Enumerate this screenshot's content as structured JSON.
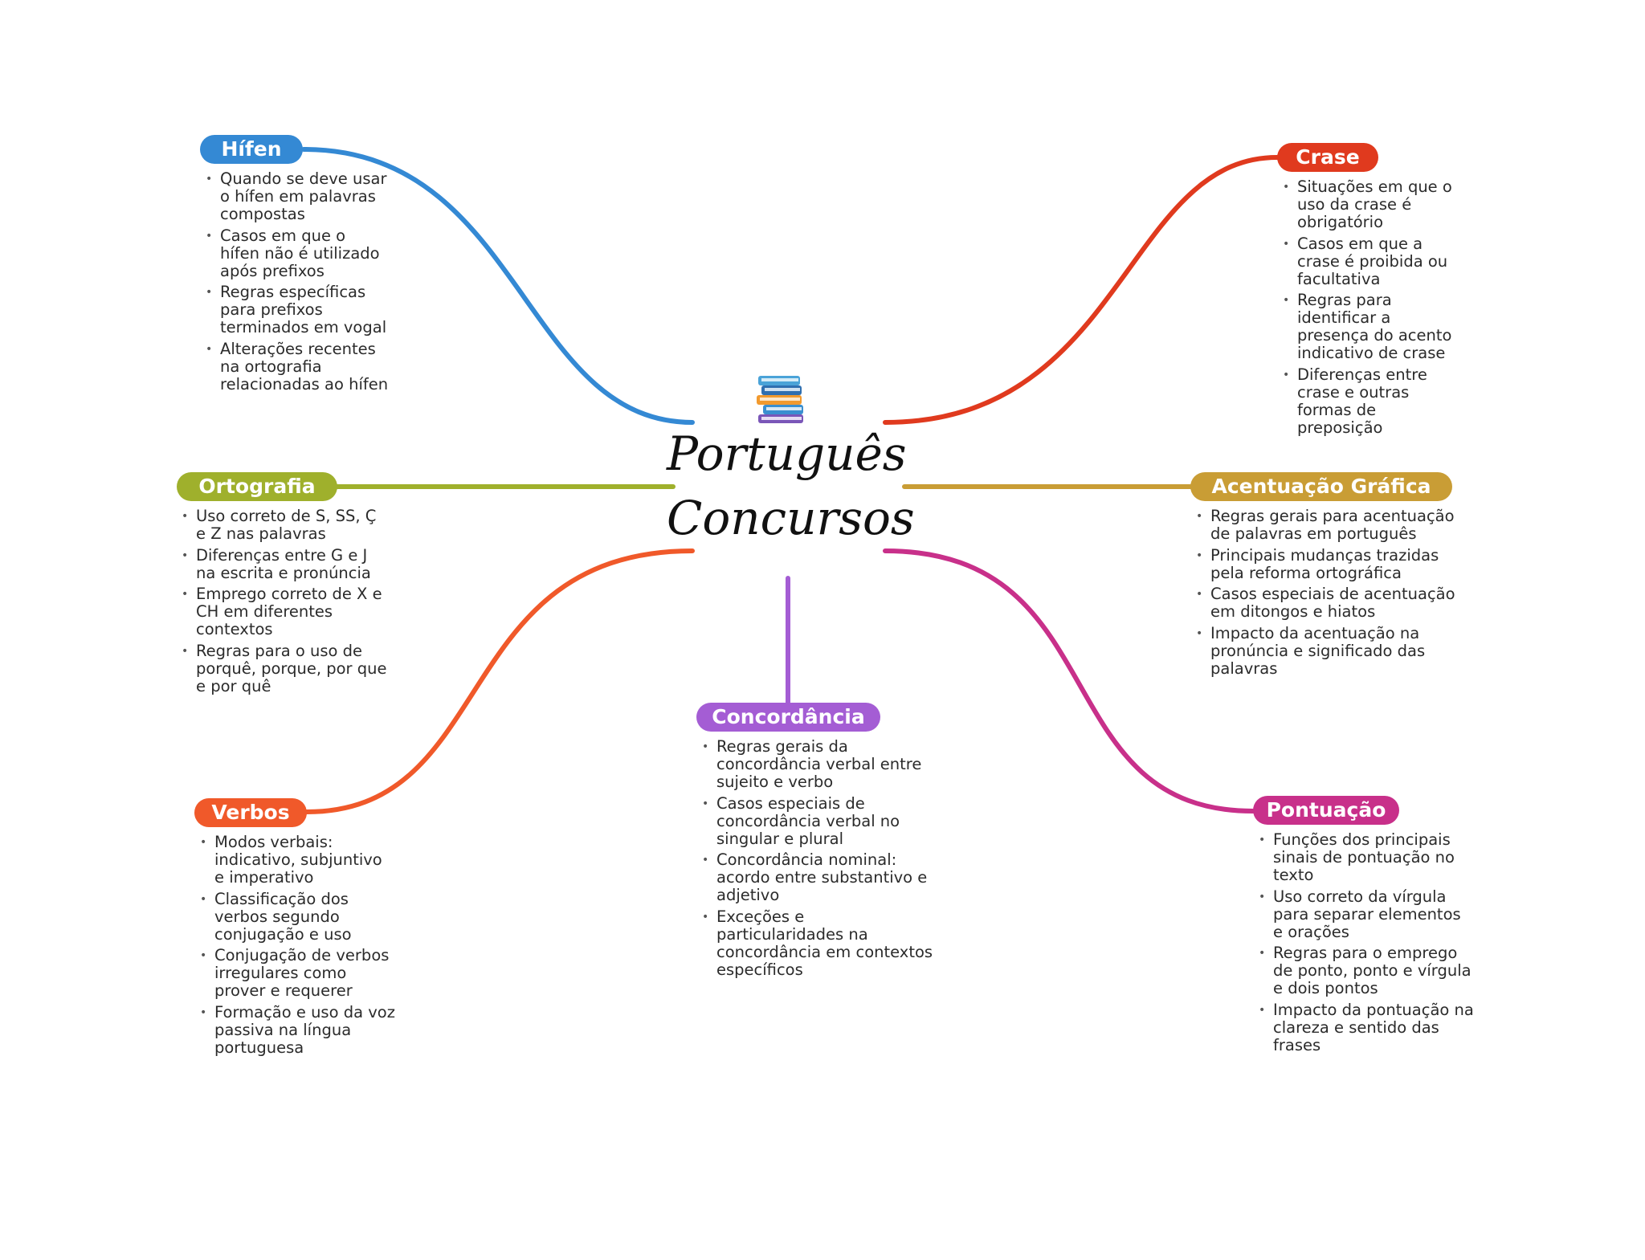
{
  "title": {
    "line1": "Português",
    "line2": "Concursos"
  },
  "icons": {
    "center": "books-icon"
  },
  "colors": {
    "hifen": "#3489d4",
    "crase": "#e03a1e",
    "ortografia": "#9fb02c",
    "acentuacao": "#c99d35",
    "verbos": "#f0592a",
    "concordancia": "#a45dd4",
    "pontuacao": "#c8308a"
  },
  "branches": {
    "hifen": {
      "label": "Hífen",
      "items": [
        "Quando se deve usar o hífen em palavras compostas",
        "Casos em que o hífen não é utilizado após prefixos",
        "Regras específicas para prefixos terminados em vogal",
        "Alterações recentes na ortografia relacionadas ao hífen"
      ]
    },
    "crase": {
      "label": "Crase",
      "items": [
        "Situações em que o uso da crase é obrigatório",
        "Casos em que a crase é proibida ou facultativa",
        "Regras para identificar a presença do acento indicativo de crase",
        "Diferenças entre crase e outras formas de preposição"
      ]
    },
    "ortografia": {
      "label": "Ortografia",
      "items": [
        "Uso correto de S, SS, Ç e Z nas palavras",
        "Diferenças entre G e J na escrita e pronúncia",
        "Emprego correto de X e CH em diferentes contextos",
        "Regras para o uso de porquê, porque, por que e por quê"
      ]
    },
    "acentuacao": {
      "label": "Acentuação Gráfica",
      "items": [
        "Regras gerais para acentuação de palavras em português",
        "Principais mudanças trazidas pela reforma ortográfica",
        "Casos especiais de acentuação em ditongos e hiatos",
        "Impacto da acentuação na pronúncia e significado das palavras"
      ]
    },
    "verbos": {
      "label": "Verbos",
      "items": [
        "Modos verbais: indicativo, subjuntivo e imperativo",
        "Classificação dos verbos segundo conjugação e uso",
        "Conjugação de verbos irregulares como prover e requerer",
        "Formação e uso da voz passiva na língua portuguesa"
      ]
    },
    "concordancia": {
      "label": "Concordância",
      "items": [
        "Regras gerais da concordância verbal entre sujeito e verbo",
        "Casos especiais de concordância verbal no singular e plural",
        "Concordância nominal: acordo entre substantivo e adjetivo",
        "Exceções e particularidades na concordância em contextos específicos"
      ]
    },
    "pontuacao": {
      "label": "Pontuação",
      "items": [
        "Funções dos principais sinais de pontuação no texto",
        "Uso correto da vírgula para separar elementos e orações",
        "Regras para o emprego de ponto, ponto e vírgula e dois pontos",
        "Impacto da pontuação na clareza e sentido das frases"
      ]
    }
  }
}
